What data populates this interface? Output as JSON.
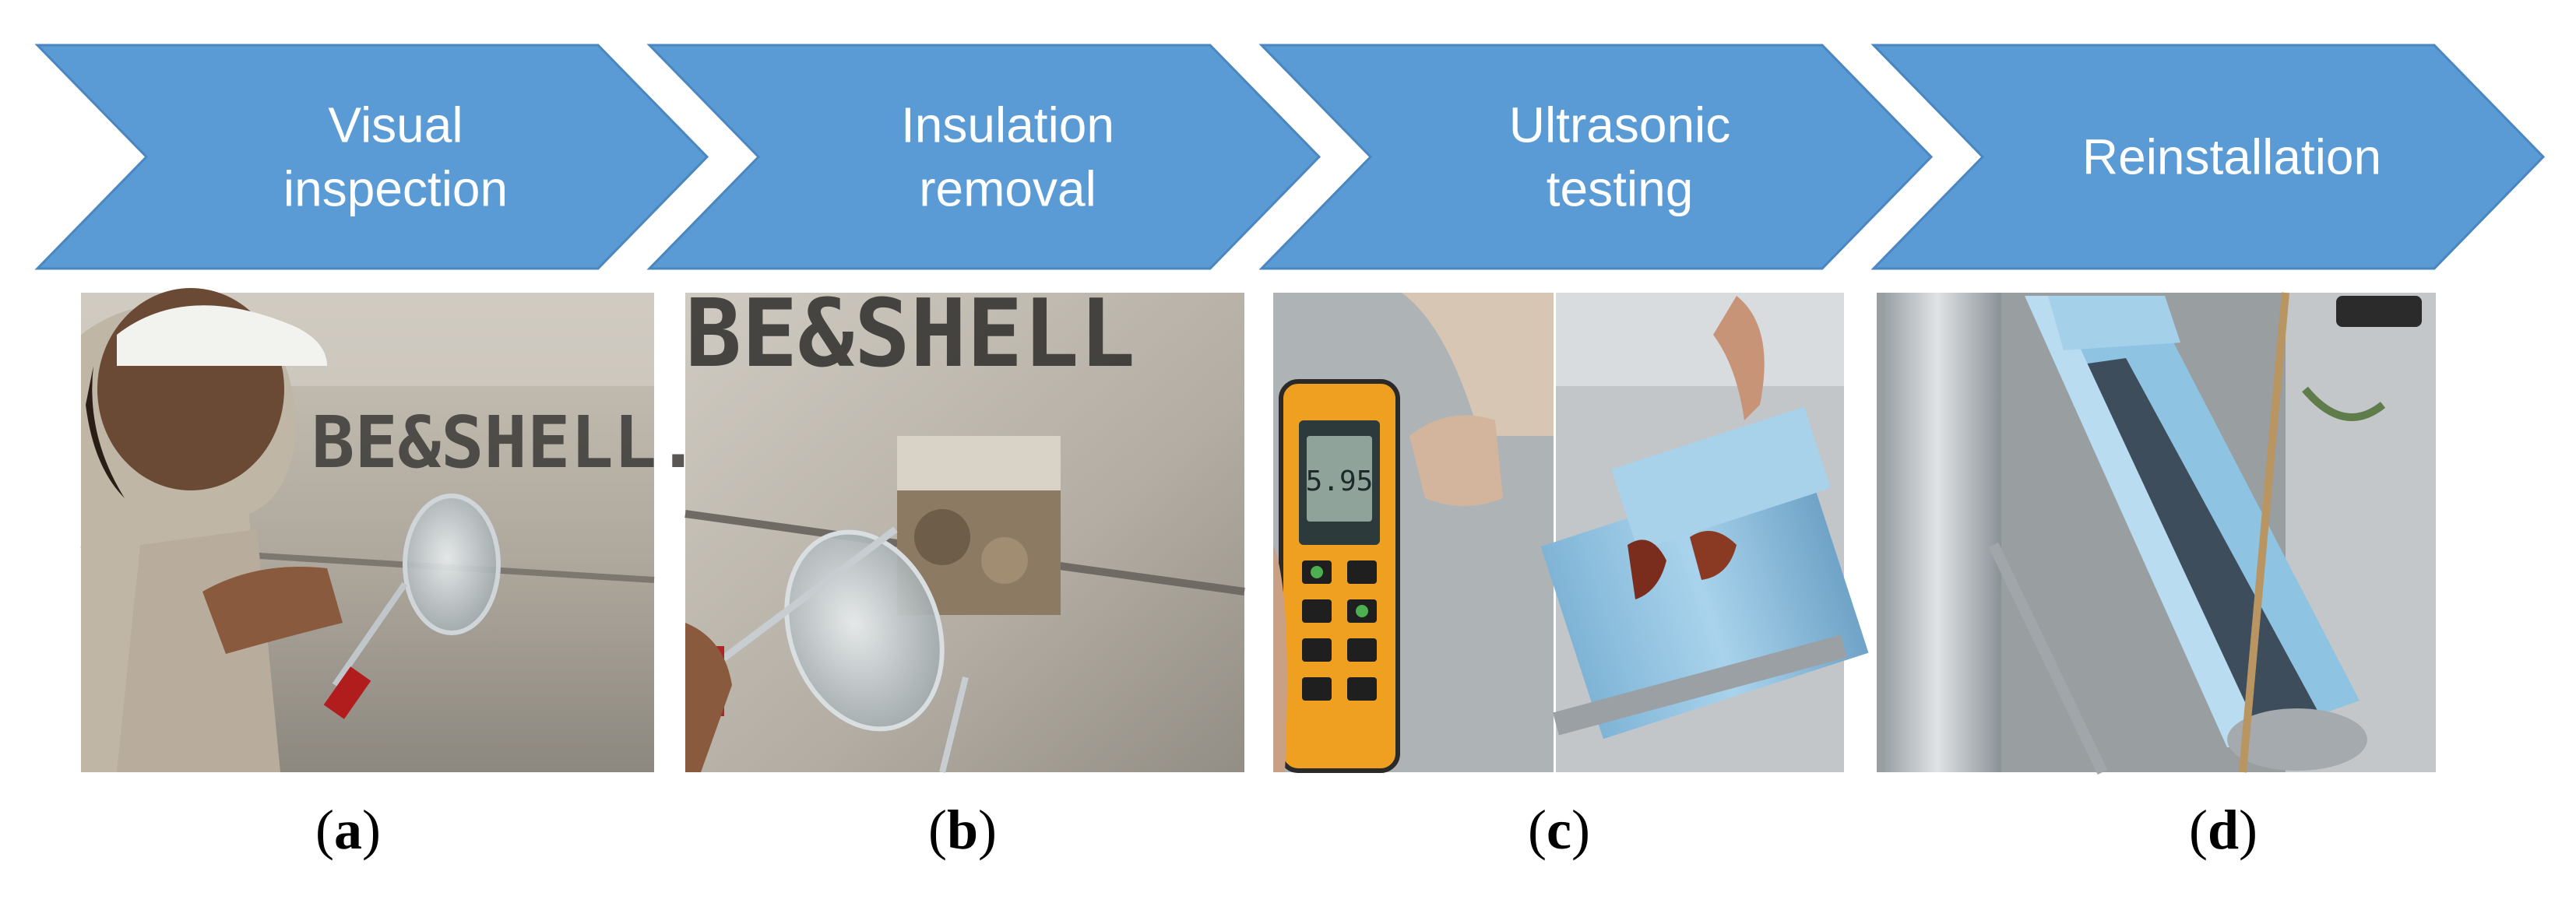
{
  "process": {
    "steps": [
      {
        "lines": [
          "Visual",
          "inspection"
        ]
      },
      {
        "lines": [
          "Insulation",
          "removal"
        ]
      },
      {
        "lines": [
          "Ultrasonic",
          "testing"
        ]
      },
      {
        "lines": [
          "Reinstallation"
        ]
      }
    ],
    "arrow_color": "#5b9bd5",
    "arrow_stroke": "#4a86c0"
  },
  "photos": {
    "a": {
      "stencil_text": "BE&SHELL.S"
    },
    "b": {
      "stencil_text": "BE&SHELL"
    },
    "c": {
      "gauge_reading": "5.95"
    }
  },
  "subfigure_labels": [
    {
      "open": "(",
      "letter": "a",
      "close": ")"
    },
    {
      "open": "(",
      "letter": "b",
      "close": ")"
    },
    {
      "open": "(",
      "letter": "c",
      "close": ")"
    },
    {
      "open": "(",
      "letter": "d",
      "close": ")"
    }
  ]
}
